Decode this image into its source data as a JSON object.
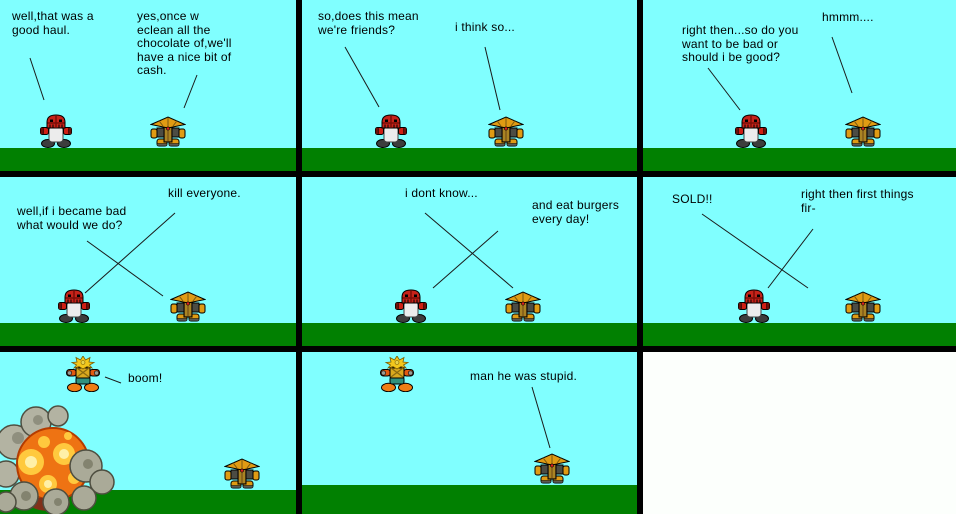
{
  "title": "sprite comic strip",
  "colors": {
    "sky": "#80ffff",
    "ground": "#018001",
    "panel_border": "#000000",
    "empty_cell": "#fcfffc",
    "text": "#000000",
    "red_robot_accent": "#c6231a",
    "copter_bot_accent": "#e09b13",
    "flyer_bot_accent": "#f2c71c",
    "explosion_fire": "#ee7313"
  },
  "sprites": {
    "red_robot": "red-robot-character",
    "copter_bot": "yellow-copter-robot-character",
    "flyer_bot": "gold-flyer-character",
    "explosion": "explosion-fireball-with-rocks"
  },
  "panels": [
    {
      "name": "panel-1",
      "texts": [
        "well,that was a\ngood haul.",
        "yes,once w\neclean all the\nchocolate of,we'll\nhave a nice bit of\ncash."
      ]
    },
    {
      "name": "panel-2",
      "texts": [
        "so,does this mean\nwe're friends?",
        "i think so..."
      ]
    },
    {
      "name": "panel-3",
      "texts": [
        "right then...so do you\nwant to be bad or\nshould i be good?",
        "hmmm...."
      ]
    },
    {
      "name": "panel-4",
      "texts": [
        "well,if i became bad\nwhat would we do?",
        "kill everyone."
      ]
    },
    {
      "name": "panel-5",
      "texts": [
        "i dont know...",
        "and eat burgers\nevery day!"
      ]
    },
    {
      "name": "panel-6",
      "texts": [
        "SOLD!!",
        "right then first things\nfir-"
      ]
    },
    {
      "name": "panel-7",
      "texts": [
        "boom!"
      ]
    },
    {
      "name": "panel-8",
      "texts": [
        "man he was stupid."
      ]
    }
  ]
}
